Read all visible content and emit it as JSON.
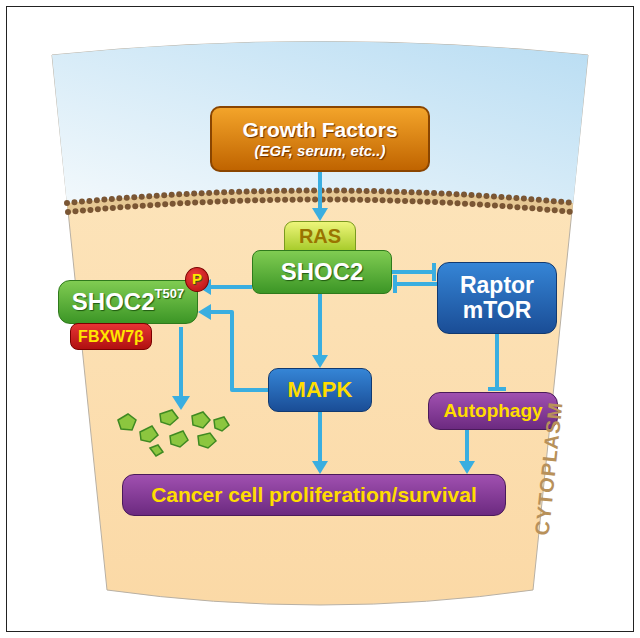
{
  "diagram": {
    "nodes": [
      {
        "text": [
          "Growth Factors",
          "(EGF, serum, etc..)"
        ]
      },
      {
        "text": [
          "RAS"
        ]
      },
      {
        "text": [
          "SHOC2"
        ]
      },
      {
        "text": [
          "SHOC2",
          "T507"
        ]
      },
      {
        "text": [
          "P"
        ],
        "in": 3
      },
      {
        "text": [
          "FBXW7β"
        ]
      },
      {
        "text": [
          "Raptor",
          "mTOR"
        ]
      },
      {
        "text": [
          "MAPK"
        ]
      },
      {
        "text": [
          "Autophagy"
        ]
      },
      {
        "text": [
          "Cancer cell proliferation/survival"
        ]
      }
    ],
    "edges": [
      {
        "from": 0,
        "to": 1,
        "arrow": "to"
      },
      {
        "from": 2,
        "to": 3,
        "arrow": "to"
      },
      {
        "from": 2,
        "to": 7,
        "arrow": "to"
      },
      {
        "from": 7,
        "to": 3,
        "arrow": "to"
      },
      {
        "from": 2,
        "to": 6,
        "arrow": "to"
      },
      {
        "from": 6,
        "to": 2,
        "arrow": "to"
      },
      {
        "from": 6,
        "to": 8,
        "arrow": "to"
      },
      {
        "from": 7,
        "to": 9,
        "arrow": "to"
      },
      {
        "from": 8,
        "to": 9,
        "arrow": "to"
      }
    ],
    "labels": [
      "CYTOPLASM"
    ]
  }
}
